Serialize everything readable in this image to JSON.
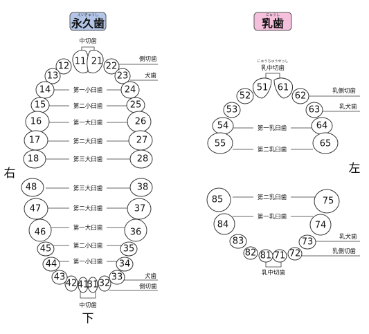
{
  "permanent": {
    "title": "永久歯",
    "ruby": "えいきゅうし",
    "title_color": "#b3c6e8",
    "upper_teeth": [
      "11",
      "12",
      "13",
      "14",
      "15",
      "16",
      "17",
      "18",
      "21",
      "22",
      "23",
      "24",
      "25",
      "26",
      "27",
      "28"
    ],
    "lower_teeth": [
      "31",
      "32",
      "33",
      "34",
      "35",
      "36",
      "37",
      "38",
      "41",
      "42",
      "43",
      "44",
      "45",
      "46",
      "47",
      "48"
    ],
    "labels": {
      "central_incisor": "中切歯",
      "lateral_incisor": "側切歯",
      "canine": "犬歯",
      "first_premolar": "第一小臼歯",
      "second_premolar": "第二小臼歯",
      "first_molar": "第一大臼歯",
      "second_molar": "第二大臼歯",
      "third_molar": "第三大臼歯"
    }
  },
  "primary": {
    "title": "乳歯",
    "ruby": "にゅうし",
    "title_color": "#f5c0dc",
    "upper_teeth": [
      "51",
      "52",
      "53",
      "54",
      "55",
      "61",
      "62",
      "63",
      "64",
      "65"
    ],
    "lower_teeth": [
      "71",
      "72",
      "73",
      "74",
      "75",
      "81",
      "82",
      "83",
      "84",
      "85"
    ],
    "labels": {
      "central_incisor": "乳中切歯",
      "central_incisor_ruby": "にゅうちゅうせっし",
      "lateral_incisor": "乳側切歯",
      "canine": "乳犬歯",
      "first_molar": "第一乳臼歯",
      "second_molar": "第二乳臼歯"
    }
  },
  "directions": {
    "right": "右",
    "left": "左",
    "bottom": "下"
  }
}
